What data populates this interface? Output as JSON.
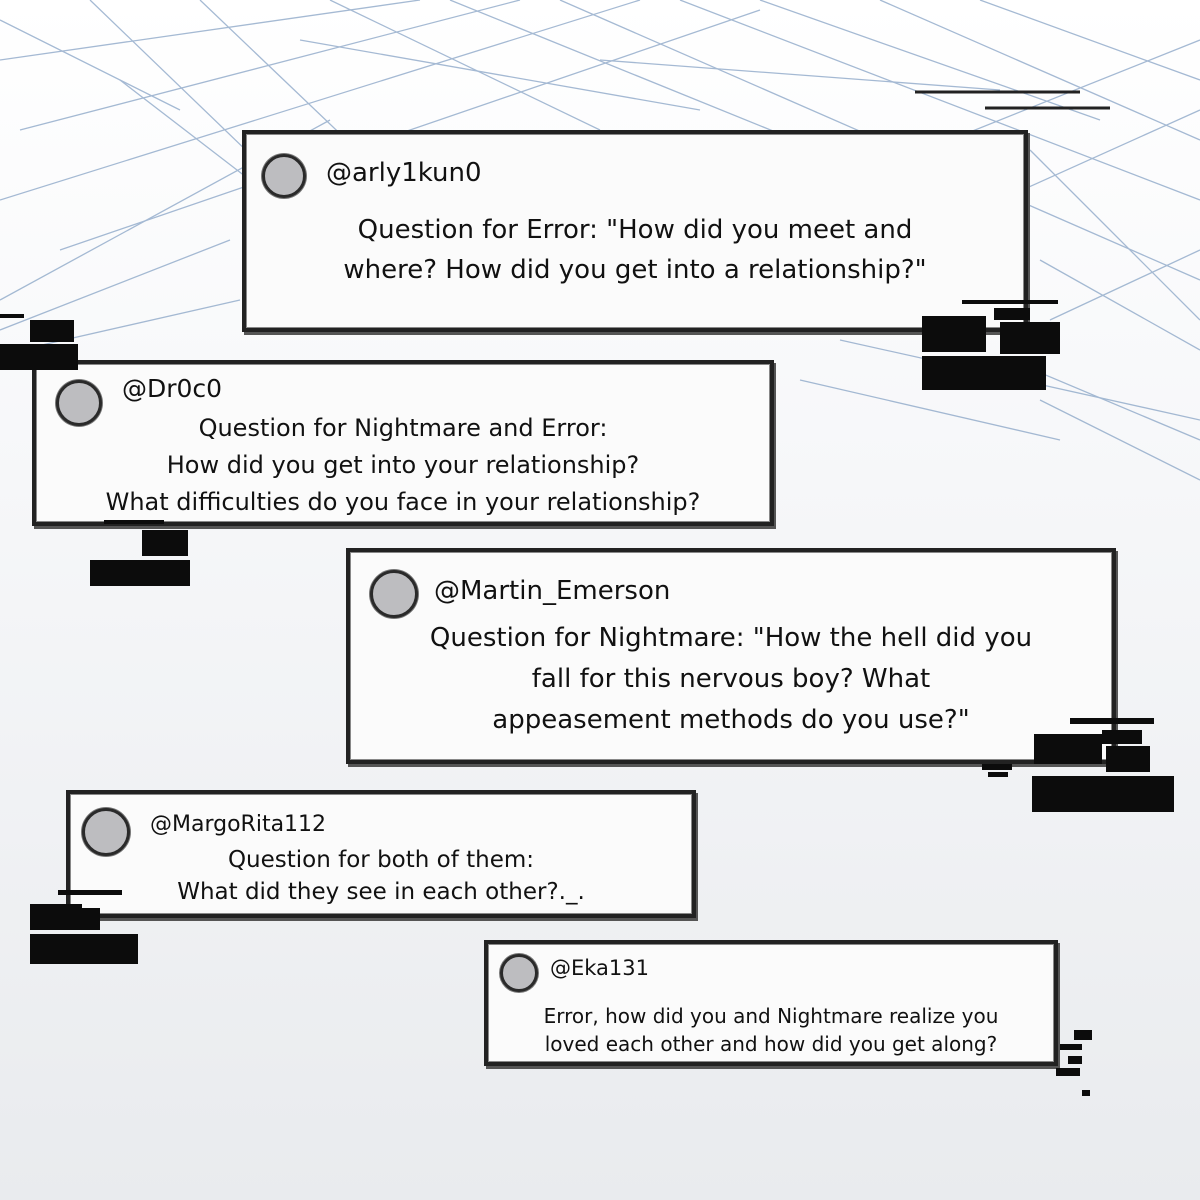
{
  "posts": [
    {
      "handle": "@arly1kun0",
      "lines": [
        "Question for Error: \"How did you meet and",
        "where? How did you get into a relationship?\""
      ]
    },
    {
      "handle": "@Dr0c0",
      "lines": [
        "Question for Nightmare and Error:",
        "How did you get into your relationship?",
        "What difficulties do you face in your relationship?"
      ]
    },
    {
      "handle": "@Martin_Emerson",
      "lines": [
        "Question for Nightmare: \"How the hell did you",
        "fall for this nervous boy? What",
        "appeasement methods do you use?\""
      ]
    },
    {
      "handle": "@MargoRita112",
      "lines": [
        "Question for both of them:",
        "What did they see in each other?._."
      ]
    },
    {
      "handle": "@Eka131",
      "lines": [
        "Error, how did you and Nightmare realize you",
        "loved each other and how did you get along?"
      ]
    }
  ],
  "colors": {
    "scribble": "#8fa9c9",
    "card": "#fbfbfb",
    "border": "#222222",
    "avatar": "#bdbdc0"
  }
}
